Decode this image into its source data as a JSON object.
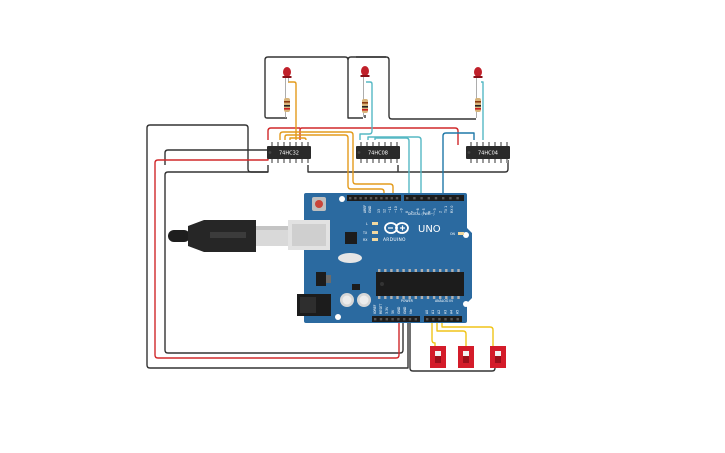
{
  "chips": [
    {
      "label": "74HC32"
    },
    {
      "label": "74HC08"
    },
    {
      "label": "74HC04"
    }
  ],
  "board": {
    "model": "UNO",
    "brand": "ARDUINO",
    "digital_label": "DIGITAL (PWM~)",
    "power_label": "POWER",
    "analog_label": "ANALOG IN",
    "tx_label": "TX",
    "rx_label": "RX",
    "on_label": "ON",
    "l_label": "L",
    "aref_label": "AREF",
    "gnd_label": "GND",
    "top_pins": [
      "13",
      "12",
      "~11",
      "~10",
      "~9",
      "8",
      "7",
      "~6",
      "~5",
      "4",
      "~3",
      "2",
      "TX 1",
      "RX 0"
    ],
    "power_pins": [
      "IOREF",
      "RESET",
      "3.3V",
      "5V",
      "GND",
      "GND",
      "Vin"
    ],
    "analog_pins": [
      "A0",
      "A1",
      "A2",
      "A3",
      "A4",
      "A5"
    ]
  },
  "colors": {
    "board": "#2b6aa0",
    "wire_black": "#333333",
    "wire_red": "#d0282a",
    "wire_orange": "#e39b1d",
    "wire_teal": "#56b8c4",
    "wire_blue": "#1f78a8",
    "wire_yellow": "#f0c419",
    "led": "#c0202a",
    "switch": "#d41c2a"
  },
  "icons": [
    "usb-plug-icon",
    "arduino-infinity-logo-icon",
    "reset-button-icon"
  ]
}
